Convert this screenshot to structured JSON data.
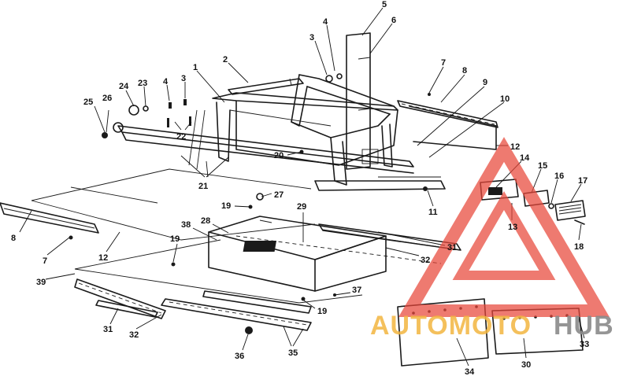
{
  "watermark": {
    "text_a": "AUTOMOTO",
    "text_b": "HUB",
    "triangle_color": "#e8473a",
    "text_a_color": "#f3b640",
    "text_b_color": "#8a8a8a"
  },
  "callouts": [
    {
      "id": "c5",
      "label": "5"
    },
    {
      "id": "c6",
      "label": "6"
    },
    {
      "id": "c4a",
      "label": "4"
    },
    {
      "id": "c3a",
      "label": "3"
    },
    {
      "id": "c2",
      "label": "2"
    },
    {
      "id": "c1",
      "label": "1"
    },
    {
      "id": "c4b",
      "label": "4"
    },
    {
      "id": "c3b",
      "label": "3"
    },
    {
      "id": "c24",
      "label": "24"
    },
    {
      "id": "c23",
      "label": "23"
    },
    {
      "id": "c26",
      "label": "26"
    },
    {
      "id": "c25",
      "label": "25"
    },
    {
      "id": "c22",
      "label": "22"
    },
    {
      "id": "c21",
      "label": "21"
    },
    {
      "id": "c20",
      "label": "20"
    },
    {
      "id": "c7a",
      "label": "7"
    },
    {
      "id": "c8a",
      "label": "8"
    },
    {
      "id": "c9",
      "label": "9"
    },
    {
      "id": "c10",
      "label": "10"
    },
    {
      "id": "c12a",
      "label": "12"
    },
    {
      "id": "c14",
      "label": "14"
    },
    {
      "id": "c15",
      "label": "15"
    },
    {
      "id": "c16",
      "label": "16"
    },
    {
      "id": "c17",
      "label": "17"
    },
    {
      "id": "c13",
      "label": "13"
    },
    {
      "id": "c18",
      "label": "18"
    },
    {
      "id": "c11",
      "label": "11"
    },
    {
      "id": "c27",
      "label": "27"
    },
    {
      "id": "c19a",
      "label": "19"
    },
    {
      "id": "c29",
      "label": "29"
    },
    {
      "id": "c28",
      "label": "28"
    },
    {
      "id": "c38",
      "label": "38"
    },
    {
      "id": "c8b",
      "label": "8"
    },
    {
      "id": "c7b",
      "label": "7"
    },
    {
      "id": "c12b",
      "label": "12"
    },
    {
      "id": "c19b",
      "label": "19"
    },
    {
      "id": "c31a",
      "label": "31"
    },
    {
      "id": "c32a",
      "label": "32"
    },
    {
      "id": "c39",
      "label": "39"
    },
    {
      "id": "c37",
      "label": "37"
    },
    {
      "id": "c19c",
      "label": "19"
    },
    {
      "id": "c31b",
      "label": "31"
    },
    {
      "id": "c32b",
      "label": "32"
    },
    {
      "id": "c36",
      "label": "36"
    },
    {
      "id": "c35",
      "label": "35"
    },
    {
      "id": "c34",
      "label": "34"
    },
    {
      "id": "c30",
      "label": "30"
    },
    {
      "id": "c33",
      "label": "33"
    }
  ]
}
